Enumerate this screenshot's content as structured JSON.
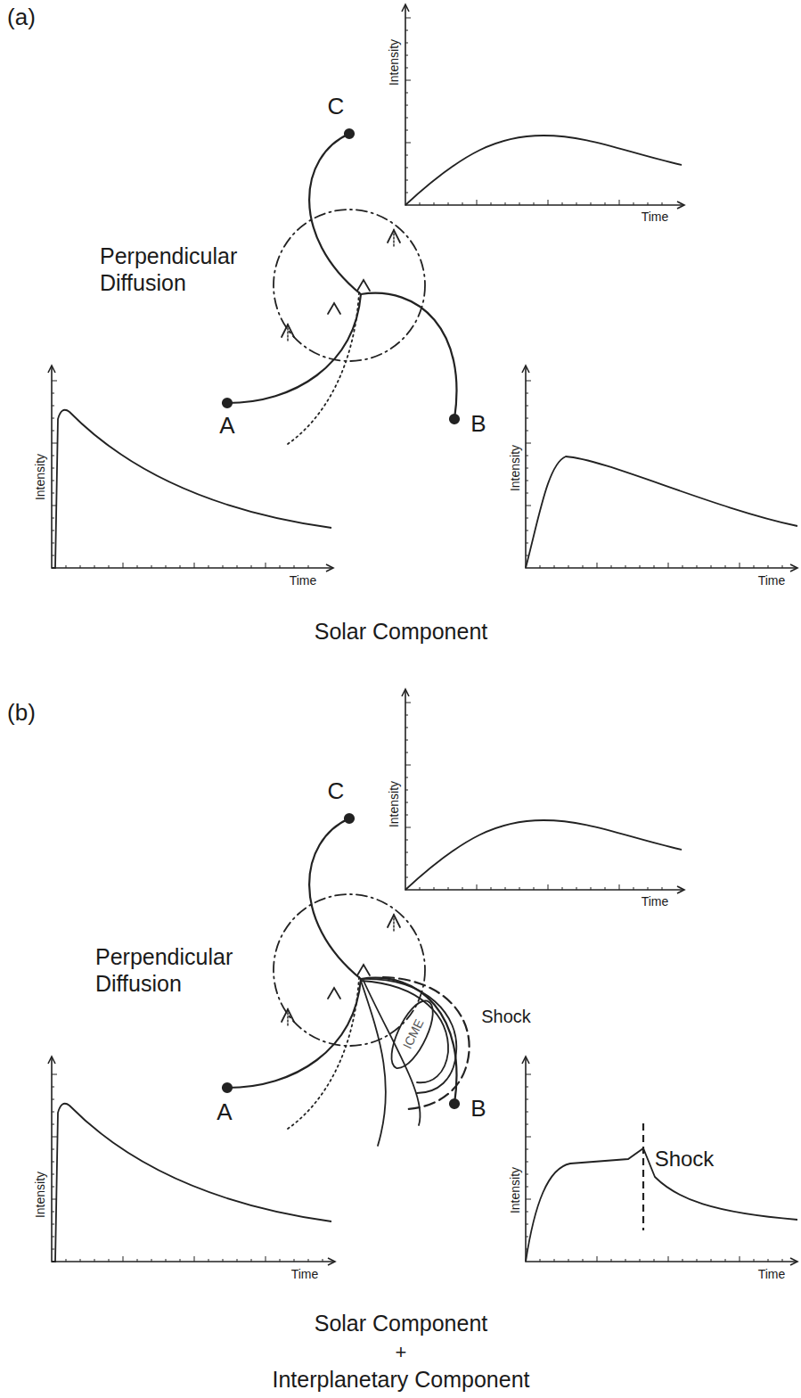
{
  "diagram": {
    "nodes": [
      {
        "text": [
          "ICME"
        ]
      }
    ],
    "labels": [
      "(a)",
      "C",
      "Intensity",
      "Time",
      "Perpendicular Diffusion",
      "A",
      "Intensity",
      "Time",
      "B",
      "Intensity",
      "Time",
      "Solar Component",
      "(b)",
      "C",
      "Intensity",
      "Time",
      "Perpendicular Diffusion",
      "Shock",
      "A",
      "Intensity",
      "Time",
      "B",
      "Intensity",
      "Shock",
      "Time",
      "Solar Component",
      "+",
      "Interplanetary Component"
    ]
  }
}
